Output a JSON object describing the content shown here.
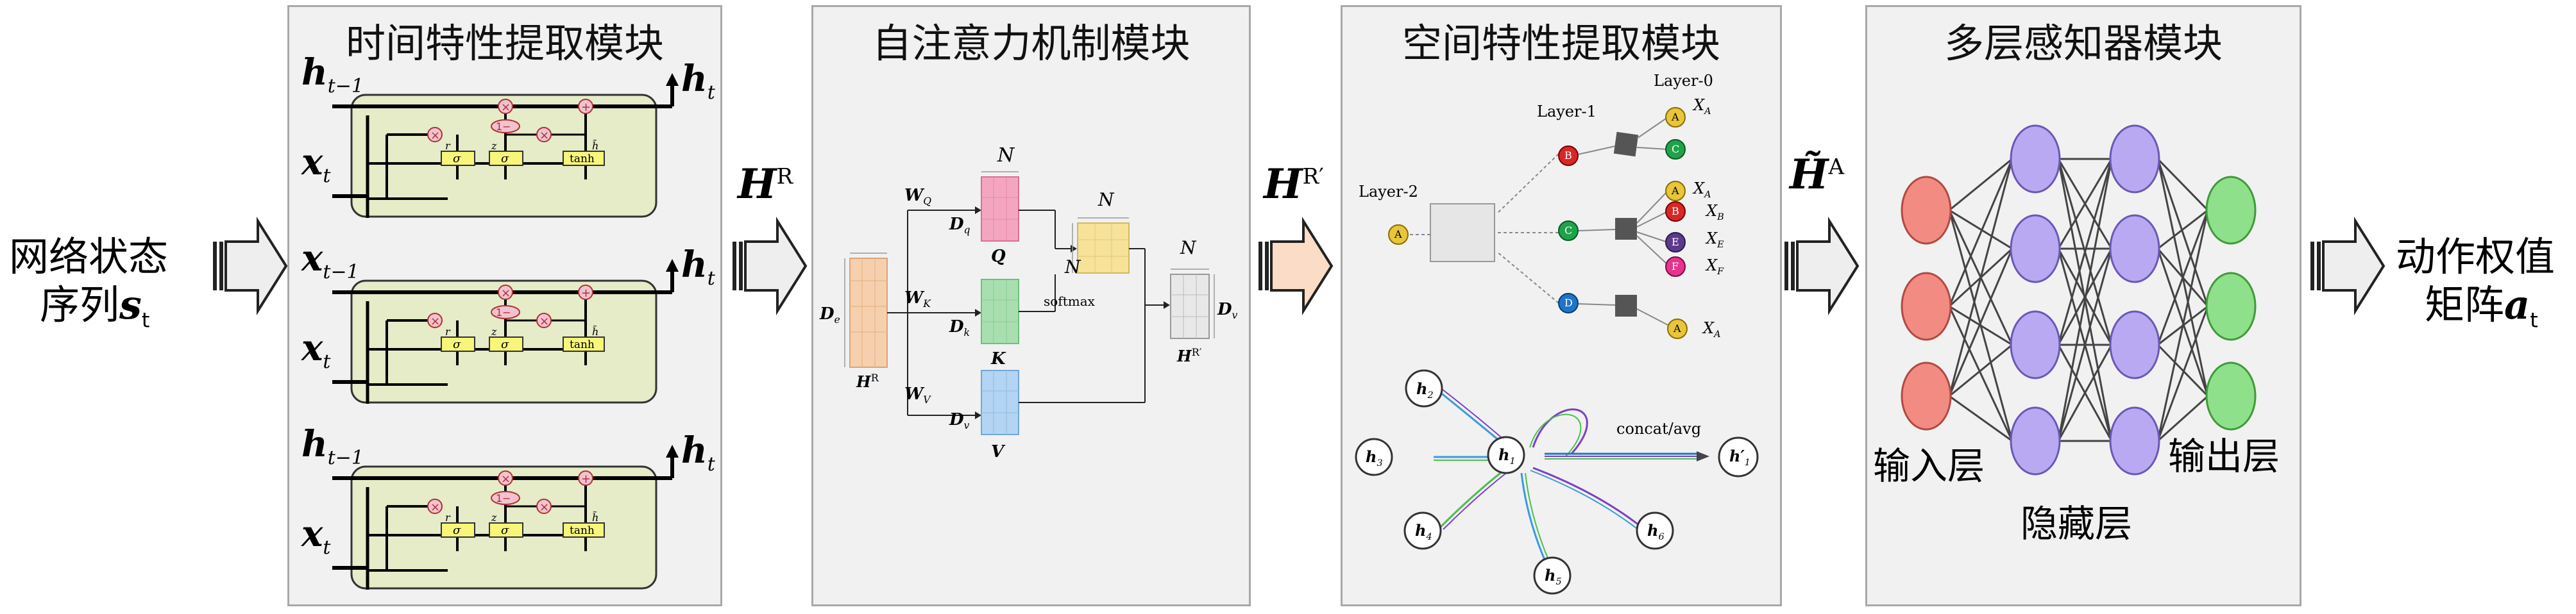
{
  "input_label": {
    "line1": "网络状态",
    "line2_prefix": "序列",
    "var": "s",
    "sub": "t"
  },
  "output_label": {
    "line1": "动作权值",
    "line2_prefix": "矩阵",
    "var": "a",
    "sub": "t"
  },
  "modules": {
    "temporal": {
      "title": "时间特性提取模块",
      "rows": [
        {
          "h_in": "h",
          "h_in_sub": "t−1",
          "x_in": "x",
          "x_in_sub": "t",
          "h_out": "h",
          "h_out_sub": "t"
        },
        {
          "h_in": "x",
          "h_in_sub": "t−1",
          "x_in": "x",
          "x_in_sub": "t",
          "h_out": "h",
          "h_out_sub": "t"
        },
        {
          "h_in": "h",
          "h_in_sub": "t−1",
          "x_in": "x",
          "x_in_sub": "t",
          "h_out": "h",
          "h_out_sub": "t"
        }
      ],
      "cell": {
        "r": "r",
        "z": "z",
        "sigma": "σ",
        "tanh": "tanh",
        "one_minus": "1−",
        "times": "×",
        "plus": "+",
        "h_tilde": "h̃"
      }
    },
    "attention": {
      "title": "自注意力机制模块",
      "labels": {
        "N_top": "N",
        "W_q": "W",
        "W_q_sub": "Q",
        "D_q": "D",
        "D_q_sub": "q",
        "Q": "Q",
        "W_k": "W",
        "W_k_sub": "K",
        "D_k": "D",
        "D_k_sub": "k",
        "K": "K",
        "W_v": "W",
        "W_v_sub": "V",
        "D_v": "D",
        "D_v_sub": "v",
        "V": "V",
        "D_e": "D",
        "D_e_sub": "e",
        "H_R": "H",
        "H_R_sup": "R",
        "N_mid": "N",
        "N_left": "N",
        "softmax": "softmax",
        "N_right": "N",
        "D_v2": "D",
        "D_v2_sub": "v",
        "H_R2": "H",
        "H_R2_sup": "R′"
      }
    },
    "spatial": {
      "title": "空间特性提取模块",
      "layers": {
        "l0": "Layer-0",
        "l1": "Layer-1",
        "l2": "Layer-2"
      },
      "nodes": {
        "A": "A",
        "B": "B",
        "C": "C",
        "D": "D",
        "E": "E",
        "F": "F"
      },
      "x_labels": {
        "xa1": "X",
        "xa1_sub": "A",
        "xa2": "X",
        "xa2_sub": "A",
        "xb": "X",
        "xb_sub": "B",
        "xe": "X",
        "xe_sub": "E",
        "xf": "X",
        "xf_sub": "F",
        "xa3": "X",
        "xa3_sub": "A"
      },
      "graph": {
        "center": "h",
        "center_sub": "1",
        "n2": "h",
        "n2_sub": "2",
        "n3": "h",
        "n3_sub": "3",
        "n4": "h",
        "n4_sub": "4",
        "n5": "h",
        "n5_sub": "5",
        "n6": "h",
        "n6_sub": "6",
        "concat": "concat/avg",
        "out": "h′",
        "out_sub": "1"
      }
    },
    "mlp": {
      "title": "多层感知器模块",
      "input_layer": "输入层",
      "hidden_layer": "隐藏层",
      "output_layer": "输出层"
    }
  },
  "between": {
    "hr": {
      "var": "H",
      "sup": "R"
    },
    "hr_prime": {
      "var": "H",
      "sup": "R′"
    },
    "ha": {
      "var": "H̃",
      "sup": "A"
    }
  },
  "colors": {
    "panel_bg": "#f1f1f1",
    "gru_bg": "#e6ebc8",
    "query": "#f4a6c0",
    "key": "#a9dfb0",
    "value": "#b3d4f2",
    "hr_matrix": "#f6cfae",
    "attn": "#f7e29a",
    "mlp_input": "#f28b82",
    "mlp_hidden": "#b9a9f2",
    "mlp_output": "#8fe08a"
  }
}
